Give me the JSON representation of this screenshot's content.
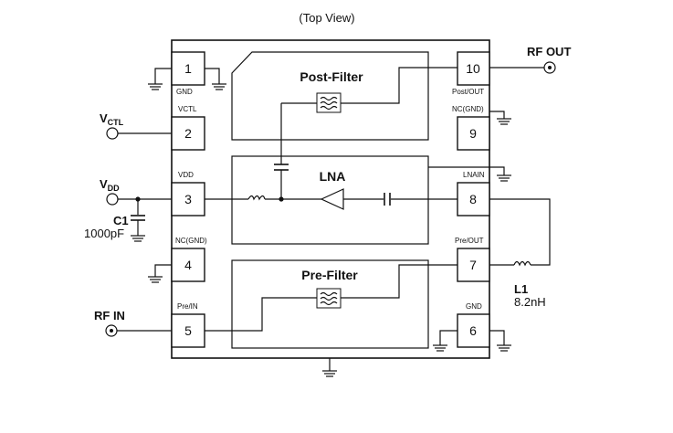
{
  "title": "(Top View)",
  "pins": [
    {
      "num": "1",
      "label": "GND"
    },
    {
      "num": "2",
      "label": "VCTL"
    },
    {
      "num": "3",
      "label": "VDD"
    },
    {
      "num": "4",
      "label": "NC(GND)"
    },
    {
      "num": "5",
      "label": "Pre/IN"
    },
    {
      "num": "10",
      "label": "Post/OUT"
    },
    {
      "num": "9",
      "label": "NC(GND)"
    },
    {
      "num": "8",
      "label": "LNAIN"
    },
    {
      "num": "7",
      "label": "Pre/OUT"
    },
    {
      "num": "6",
      "label": "GND"
    }
  ],
  "blocks": {
    "post_filter": "Post-Filter",
    "lna": "LNA",
    "pre_filter": "Pre-Filter"
  },
  "external": {
    "rf_out": "RF OUT",
    "rf_in": "RF IN",
    "vctl_main": "V",
    "vctl_sub": "CTL",
    "vdd_main": "V",
    "vdd_sub": "DD",
    "c1_name": "C1",
    "c1_value": "1000pF",
    "l1_name": "L1",
    "l1_value": "8.2nH"
  }
}
